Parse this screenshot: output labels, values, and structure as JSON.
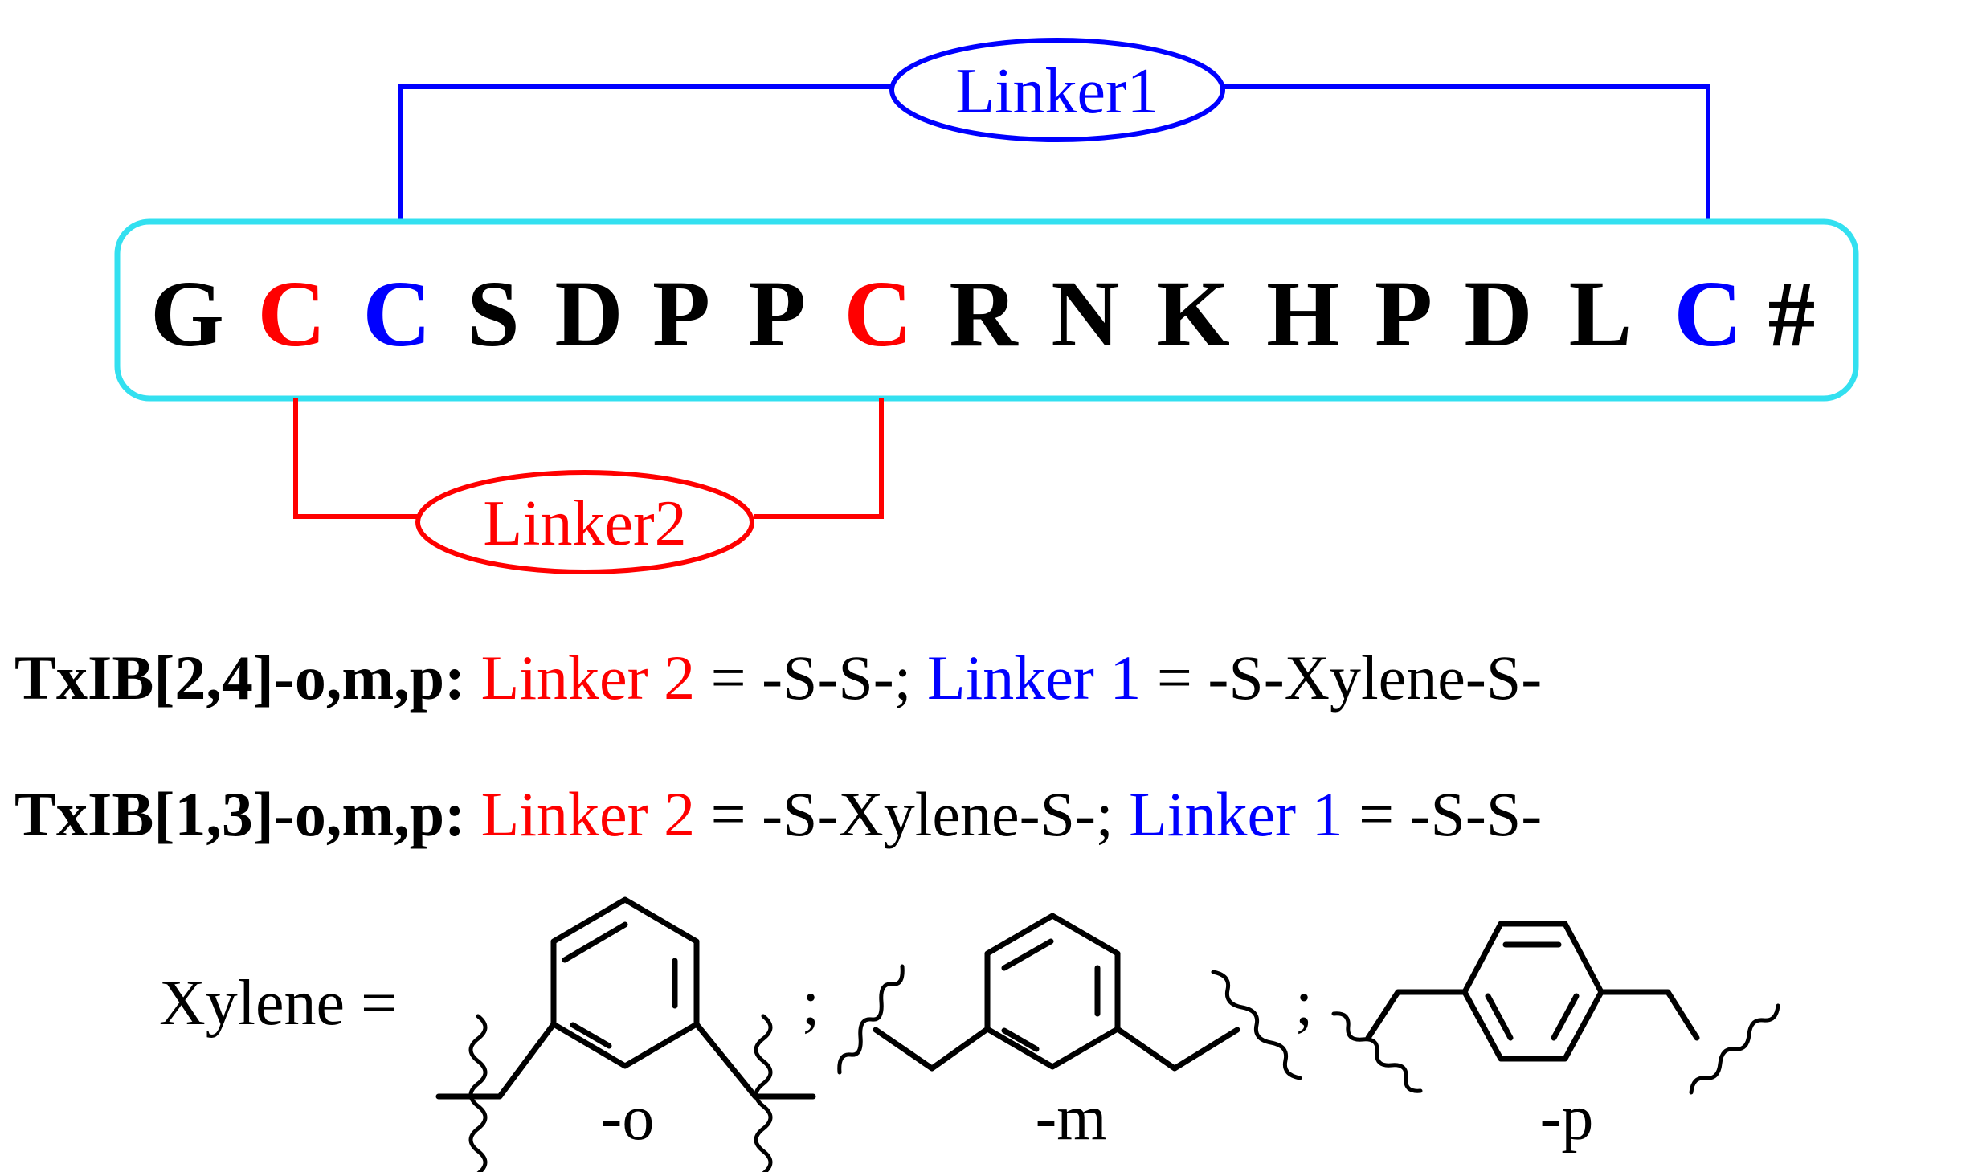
{
  "sequence": [
    {
      "letter": "G",
      "color": "#000000"
    },
    {
      "letter": "C",
      "color": "#ff0000"
    },
    {
      "letter": "C",
      "color": "#0000ff"
    },
    {
      "letter": "S",
      "color": "#000000"
    },
    {
      "letter": "D",
      "color": "#000000"
    },
    {
      "letter": "P",
      "color": "#000000"
    },
    {
      "letter": "P",
      "color": "#000000"
    },
    {
      "letter": "C",
      "color": "#ff0000"
    },
    {
      "letter": "R",
      "color": "#000000"
    },
    {
      "letter": "N",
      "color": "#000000"
    },
    {
      "letter": "K",
      "color": "#000000"
    },
    {
      "letter": "H",
      "color": "#000000"
    },
    {
      "letter": "P",
      "color": "#000000"
    },
    {
      "letter": "D",
      "color": "#000000"
    },
    {
      "letter": "L",
      "color": "#000000"
    },
    {
      "letter": "C",
      "color": "#0000ff"
    },
    {
      "letter": "#",
      "color": "#000000"
    }
  ],
  "linker1": {
    "label": "Linker1",
    "color": "#0000ff"
  },
  "linker2": {
    "label": "Linker2",
    "color": "#ff0000"
  },
  "box_color": "#33e0f0",
  "definitions": [
    {
      "name": "TxIB[2,4]-o,m,p:",
      "part1_label": "Linker 2",
      "part1_value": " = -S-S-; ",
      "part2_label": "Linker 1",
      "part2_value": " = -S-Xylene-S-"
    },
    {
      "name": "TxIB[1,3]-o,m,p:",
      "part1_label": "Linker 2",
      "part1_value": " = -S-Xylene-S-; ",
      "part2_label": "Linker 1",
      "part2_value": " = -S-S-"
    }
  ],
  "xylene": {
    "prefix": "Xylene =",
    "separator": ";",
    "isomers": [
      {
        "label": "-o"
      },
      {
        "label": "-m"
      },
      {
        "label": "-p"
      }
    ]
  }
}
